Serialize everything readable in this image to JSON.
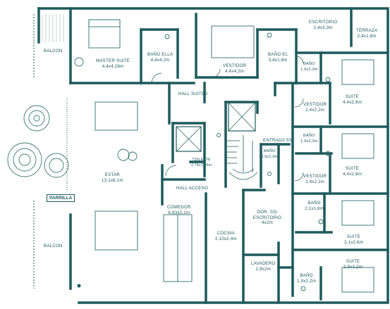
{
  "colors": {
    "wall": "#1e5a5c",
    "fixture": "#2d6f71",
    "greenery": "#3a7a6c",
    "background": "#ffffff"
  },
  "rooms": {
    "master_suite": {
      "name": "MASTER SUITE",
      "dims": "4,4x4,28m"
    },
    "bano_ella": {
      "name": "BAÑO ELLA",
      "dims": "4,4x4,2m"
    },
    "vestidor_main": {
      "name": "VESTIDOR",
      "dims": "4,4x4,2m"
    },
    "bano_el": {
      "name": "BAÑO EL",
      "dims": "3,4x1,8m"
    },
    "escritorio": {
      "name": "ESCRITORIO",
      "dims": "2,4x3,3m"
    },
    "terraza": {
      "name": "TERRAZA",
      "dims": "2,4x1,6m"
    },
    "bano_s1": {
      "name": "BAÑO",
      "dims": "1,9x2,2m"
    },
    "suite_1": {
      "name": "SUITE",
      "dims": "4,4x2,8m"
    },
    "vestidor_1": {
      "name": "VESTIDOR",
      "dims": "2,4x2,2m"
    },
    "bano_s2": {
      "name": "BAÑO",
      "dims": "1,9x2,2m"
    },
    "suite_2": {
      "name": "SUITE",
      "dims": "4,4x2,8m"
    },
    "vestidor_2": {
      "name": "VESTIDOR",
      "dims": "2,4x2,2m"
    },
    "bano_s3": {
      "name": "BAÑO",
      "dims": "2,1x1,8m"
    },
    "suite_3": {
      "name": "SUITE",
      "dims": "3,1x2,6m"
    },
    "suite_4": {
      "name": "SUITE",
      "dims": "2,9x3,2m"
    },
    "bano_s4": {
      "name": "BAÑO",
      "dims": "1,9x2,2m"
    },
    "hall_suites": {
      "name": "HALL SUITES",
      "dims": ""
    },
    "entrada_ss": {
      "name": "ENTRADA SS",
      "dims": ""
    },
    "bano_ss": {
      "name": "BAÑO",
      "dims": "0,9x1,6m"
    },
    "toilette": {
      "name": "TOILETTE",
      "dims": "2,74x1,06m"
    },
    "hall_acceso": {
      "name": "HALL ACCESO",
      "dims": ""
    },
    "estar": {
      "name": "ESTAR",
      "dims": "13,1x6,1m"
    },
    "comedor": {
      "name": "COMEDOR",
      "dims": "6,93x2,1m"
    },
    "cocina": {
      "name": "COCINA",
      "dims": "2,10x2,4m"
    },
    "dor_ss": {
      "name": "DOR. SS/ ESCRITORIO",
      "dims": "4x2m"
    },
    "lavadero": {
      "name": "LAVADERO",
      "dims": "2,9x2m"
    },
    "balcon_top": {
      "name": "BALCON",
      "dims": ""
    },
    "balcon_bottom": {
      "name": "BALCON",
      "dims": ""
    },
    "parrilla": {
      "name": "PARRILLA",
      "dims": ""
    }
  }
}
